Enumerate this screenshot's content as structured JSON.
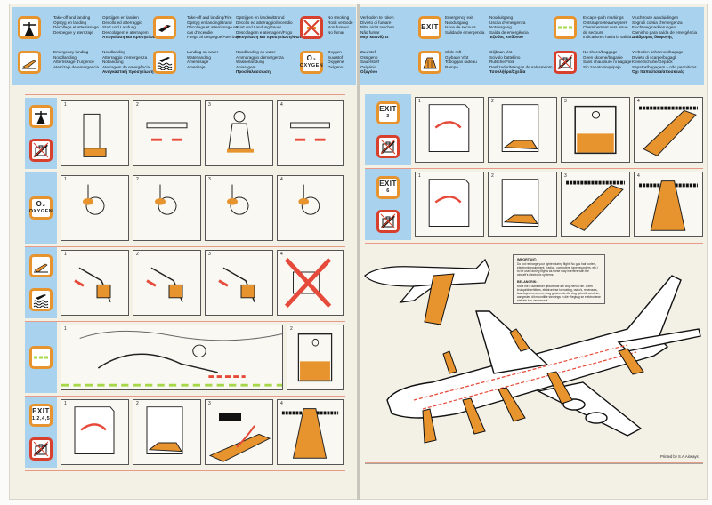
{
  "legend": [
    {
      "icon": "takeoff-landing-icon",
      "lines": [
        "Take-off and landing",
        "Opstyg en landing",
        "Décollage et atterrissage",
        "Despegue y aterrizaje"
      ],
      "lines2": [
        "Opstijgen en landen",
        "Decollo ed atterraggio",
        "Start und Landung",
        "Descolagem e aterragem",
        "Απογείωση και προσγείωση"
      ]
    },
    {
      "icon": "takeoff-landing-fire-icon",
      "lines": [
        "Take-off and landing/Fire",
        "Opstyg en landing/Brand",
        "Décollage et atterrissage en",
        "cas d'incendie",
        "Fuego al despegue/Aterrizaje"
      ],
      "lines2": [
        "Opstijgen en landen/Brand",
        "Decollo ed atterraggio/Incendio",
        "Start und Landung/Feuer",
        "Descolagem e aterragem/Fogo",
        "Απογείωση και προσγείωση/Φωτιά"
      ]
    },
    {
      "icon": "no-smoking-icon",
      "lines": [
        "No smoking",
        "Rook verbode",
        "Non fumeur",
        "No fumar"
      ],
      "lines2": [
        "Verboden te roken",
        "Divieto di fumare",
        "Bitte nicht rauchen",
        "Não fumar",
        "Μην καπνίζετε"
      ]
    },
    {
      "icon": "emergency-landing-icon",
      "lines": [
        "Emergency landing",
        "Noodlanding",
        "Atterrissage d'urgence",
        "Aterrizaje de emergencia"
      ],
      "lines2": [
        "Noodlanding",
        "Atterraggio d'emergenza",
        "Notlandung",
        "Aterragem de emergência",
        "Αναγκαστική προσγείωση"
      ]
    },
    {
      "icon": "landing-on-water-icon",
      "lines": [
        "Landing on water",
        "Waterlanding",
        "Amerissage",
        "Amerizaje"
      ],
      "lines2": [
        "Noodlanding op water",
        "Ammaraggio d'emergenza",
        "Wasserlandung",
        "Amaragem",
        "Προσθαλάσσωση"
      ]
    },
    {
      "icon": "oxygen-icon",
      "icon_text": "O₂",
      "icon_sub": "OXYGEN",
      "lines": [
        "Oxygen",
        "Suurstof",
        "Oxygène",
        "Oxígeno"
      ],
      "lines2": [
        "Zuurstof",
        "Ossigeno",
        "Sauerstoff",
        "Oxigénio",
        "Οξυγόνο"
      ]
    },
    {
      "icon": "emergency-exit-icon",
      "icon_text": "EXIT",
      "lines": [
        "Emergency exit",
        "Nooduitgang",
        "Issue de secours",
        "Salida de emergencia"
      ],
      "lines2": [
        "Nooduitgang",
        "Uscita d'emergenza",
        "Notausgang",
        "Saída de emergência",
        "Έξοδος κινδύνου"
      ]
    },
    {
      "icon": "escape-path-markings-icon",
      "lines": [
        "Escape-path markings",
        "Ontsnaproeteaanwysers",
        "Cheminement vers issue",
        "de secours",
        "Indicadores hacia la salida"
      ],
      "lines2": [
        "Vluchtroute aanduidingen",
        "Segnali corsia d'emergenza",
        "Fluchtwegmarkierungen",
        "Caminho para saída de emergência",
        "Διάδρομος διαφυγής"
      ]
    },
    {
      "icon": "slide-raft-icon",
      "lines": [
        "Slide raft",
        "Glybaan Vlot",
        "Toboggan radeau",
        "Rampa"
      ],
      "lines2": [
        "Glijbaan vlot",
        "Scivolo battellino",
        "Rutsche/Floß",
        "Deslizador/Mangas de salvamento",
        "Τσουλήθρα/Σχεδία"
      ]
    },
    {
      "icon": "no-shoes-baggage-icon",
      "lines": [
        "No shoes/baggage",
        "Geen skoene/bagasie",
        "Sans chaussure ni bagage",
        "Sin zapatos/equipaje"
      ],
      "lines2": [
        "Verboden schoenen/bagage",
        "Divieto di scarpe/bagagli",
        "Keine Schuhe/Gepäck",
        "Sapatos/bagagem – não permitidos",
        "Όχι παπούτσια/αποσκευές"
      ]
    }
  ],
  "exits": {
    "exit3": "EXIT",
    "exit3_num": "3",
    "exit6": "EXIT",
    "exit6_num": "6",
    "exit1245": "EXIT",
    "exit1245_num": "1,2,4,5"
  },
  "panel_numbers": [
    "1",
    "2",
    "3",
    "4"
  ],
  "notice": {
    "heading_en": "IMPORTANT:",
    "text_en": "Do not recharge your lighter during flight. No gas hair curlers, electronic equipment, (radios, computers, tape recorders, etc.) to be used during flights as these may interfere with the aircraft's electronic systems.",
    "heading_af": "BELANGRIK:",
    "text_af": "Moet nie u aansteker gedurende die vlug hervul nie. Geen krulspeldverhitters, elektroniese toerusting, radio's, rekenaars, kasetopnemers, ens. mag gedurende die vlug gebruik word nie, aangesien dit moontlike steurings in die vliegtuig se elektroniese stelsels kan veroorsaak."
  },
  "printed_by": "Printed by S.A.Airways",
  "colors": {
    "band": "#a8d2ee",
    "accent_orange": "#e8942e",
    "prohibit_red": "#d8402e",
    "escape_path_green": "#a6d84a",
    "card": "#f3f0e6"
  }
}
